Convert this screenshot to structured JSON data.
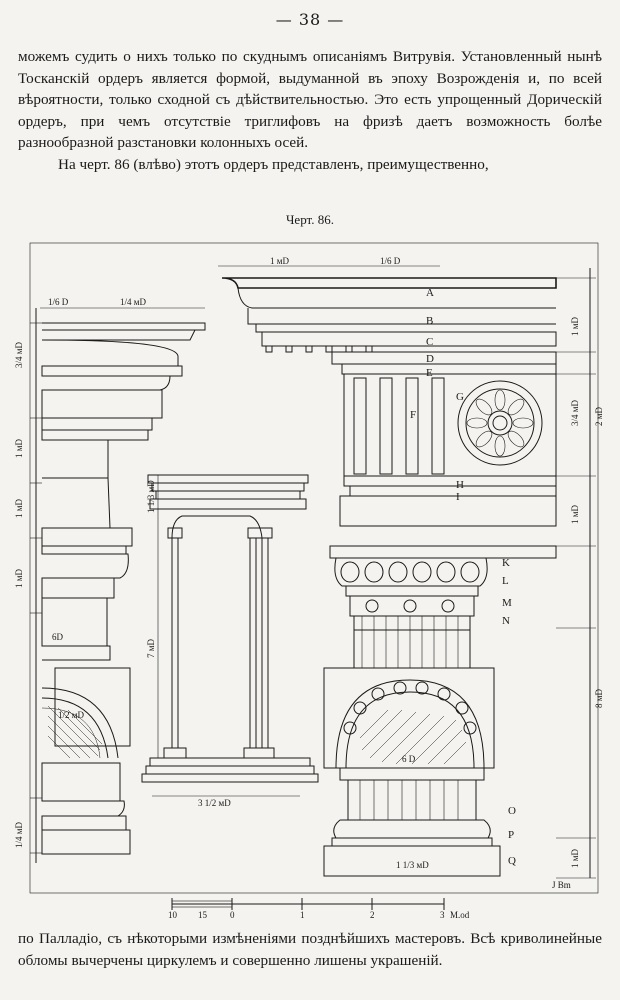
{
  "page": {
    "number": "— 38 —",
    "paragraph_top": {
      "continuation": "можемъ судить о нихъ только по скуднымъ описаніямъ Витрувія. Установленный нынѣ Тосканскій ордеръ является формой, выдуманной въ эпоху Возрожденія и, по всей вѣроятности, только сходной съ дѣйствительностью. Это есть упрощенный Дорическій ордеръ, при чемъ отсутствіе триглифовъ на фризѣ даетъ возможность болѣе разнообразной разстановки колонныхъ осей.",
      "indented": "На черт. 86 (влѣво) этотъ ордеръ представленъ, преимущественно,"
    },
    "paragraph_bottom": "по Палладіо, съ нѣкоторыми измѣненіями позднѣйшихъ мастеровъ. Всѣ криволинейные обломы вычерчены циркулемъ и совершенно лишены украшеній.",
    "figure_caption": "Черт. 86."
  },
  "figure": {
    "part_letters_upper": [
      "A",
      "B",
      "C",
      "D",
      "E",
      "F",
      "G",
      "H",
      "I"
    ],
    "part_letters_capital": [
      "K",
      "L",
      "M",
      "N"
    ],
    "part_letters_base": [
      "O",
      "P",
      "Q"
    ],
    "dims_top": [
      "1 мD",
      "1/6 D"
    ],
    "dims_left_top": [
      "1/6 D",
      "1/4 мD"
    ],
    "dims_left_side": [
      "3/4 мD",
      "1 мD",
      "1 мD",
      "1 мD",
      "1/4 мD"
    ],
    "dims_left_misc": [
      "6D",
      "1/2 мD"
    ],
    "dims_right_side": [
      "1 мD",
      "3/4 мD",
      "2 мD",
      "1 мD",
      "8 мD",
      "1 мD"
    ],
    "dims_arcade": [
      "1 1/3 мD",
      "7 мD",
      "3 1/2 мD"
    ],
    "dims_base": [
      "6 D",
      "1 1/3 мD"
    ],
    "signature": "J Bm",
    "scale_labels": [
      "10",
      "15",
      "0",
      "1",
      "2",
      "3"
    ],
    "scale_unit": "M.od"
  }
}
